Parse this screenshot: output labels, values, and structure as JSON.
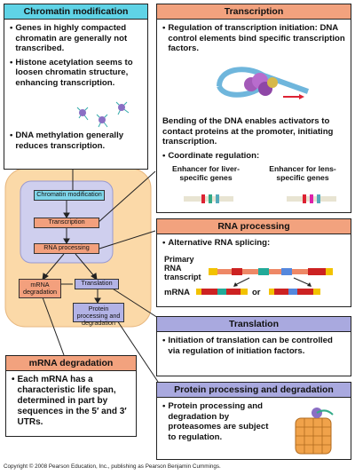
{
  "chromatin": {
    "title": "Chromatin modification",
    "b1": "Genes in highly compacted chromatin are generally not transcribed.",
    "b2": "Histone acetylation seems to loosen chromatin structure, enhancing transcription.",
    "b3": "DNA methylation generally reduces transcription."
  },
  "transcription": {
    "title": "Transcription",
    "b1": "Regulation of transcription initiation: DNA control elements bind specific transcription factors.",
    "p2": "Bending of the DNA enables activators to contact proteins at the promoter, initiating transcription.",
    "b3": "Coordinate regulation:",
    "enh1": "Enhancer for liver-specific genes",
    "enh2": "Enhancer for lens-specific genes"
  },
  "rna": {
    "title": "RNA processing",
    "b1": "Alternative RNA splicing:",
    "primary": "Primary RNA transcript",
    "mrna": "mRNA",
    "or": "or"
  },
  "translation": {
    "title": "Translation",
    "b1": "Initiation of translation can be controlled via regulation of initiation factors."
  },
  "protein": {
    "title": "Protein processing and degradation",
    "b1": "Protein processing and degradation by proteasomes are subject to regulation."
  },
  "degradation": {
    "title": "mRNA degradation",
    "b1": "Each mRNA has a characteristic life span, determined in part by sequences in the 5′ and 3′ UTRs."
  },
  "flow": {
    "chromatin": "Chromatin modification",
    "transcription": "Transcription",
    "rna": "RNA processing",
    "degradation": "mRNA degradation",
    "translation": "Translation",
    "protein": "Protein processing and degradation"
  },
  "copyright": "Copyright © 2008 Pearson Education, Inc., publishing as Pearson Benjamin Cummings.",
  "colors": {
    "blue_header": "#5fd3e6",
    "orange_header": "#f2a27e",
    "violet_header": "#a9a9df",
    "cell": "#fbd9a8",
    "nucleus": "#cfcfee"
  }
}
